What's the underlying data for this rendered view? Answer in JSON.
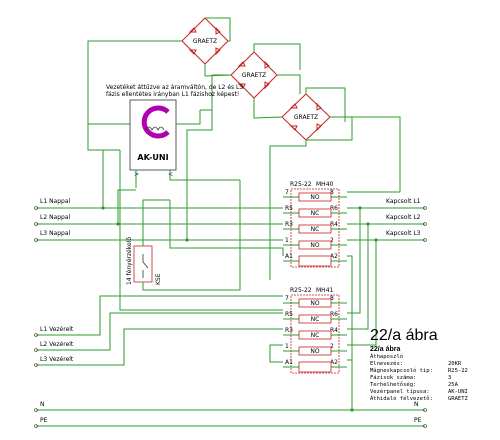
{
  "bridges": [
    {
      "label": "GRAETZ"
    },
    {
      "label": "GRAETZ"
    },
    {
      "label": "GRAETZ"
    }
  ],
  "note": {
    "line1": "Vezetéket áttűzve az áramváltón, de L2 és L3",
    "line2": "fázis ellentétes irányban L1 fázishoz képest!"
  },
  "controller": {
    "name": "AK-UNI",
    "pin_left": ">",
    "pin_right": "<"
  },
  "contactor1": {
    "type": "R25-22",
    "tag": "MH40",
    "pins_left": [
      "7",
      "R5",
      "R3",
      "1",
      "A1"
    ],
    "pins_right": [
      "8",
      "R6",
      "R4",
      "2",
      "A2"
    ],
    "contact_labels": [
      "NO",
      "NC",
      "NC",
      "NO"
    ]
  },
  "contactor2": {
    "type": "R25-22",
    "tag": "MH41",
    "pins_left": [
      "7",
      "R5",
      "R3",
      "1",
      "A1"
    ],
    "pins_right": [
      "8",
      "R6",
      "R4",
      "2",
      "A2"
    ],
    "contact_labels": [
      "NO",
      "NC",
      "NC",
      "NO"
    ]
  },
  "thermostat": {
    "label": "14 fényérzékelő",
    "ref": "KSE"
  },
  "inputs": [
    "L1 Nappal",
    "L2 Nappal",
    "L3 Nappal"
  ],
  "outputs": [
    "Kapcsolt L1",
    "Kapcsolt L2",
    "Kapcsolt L3"
  ],
  "night_inputs": [
    "L1 Vezérelt",
    "L2 Vezérelt",
    "L3 Vezérelt"
  ],
  "bus": {
    "n_left": "N",
    "pe_left": "PE",
    "n_right": "N",
    "pe_right": "PE"
  },
  "figure": {
    "title": "22/a ábra",
    "subtitle": "22/a ábra",
    "heading": "Áthaposzló",
    "rows": [
      {
        "k": "Elnevezés:",
        "v": "20KR"
      },
      {
        "k": "Mágneskapcsoló tip:",
        "v": "R25-22"
      },
      {
        "k": "Fázisok száma:",
        "v": "3"
      },
      {
        "k": "Terhelhetőség:",
        "v": "25A"
      },
      {
        "k": "Vezérpanel típusa:",
        "v": "AK-UNI"
      },
      {
        "k": "Áthidaló félvezető:",
        "v": "GRAETZ"
      }
    ]
  },
  "colors": {
    "wire": "#2e9a2e",
    "component": "#c42424",
    "accent": "#b000b0"
  }
}
